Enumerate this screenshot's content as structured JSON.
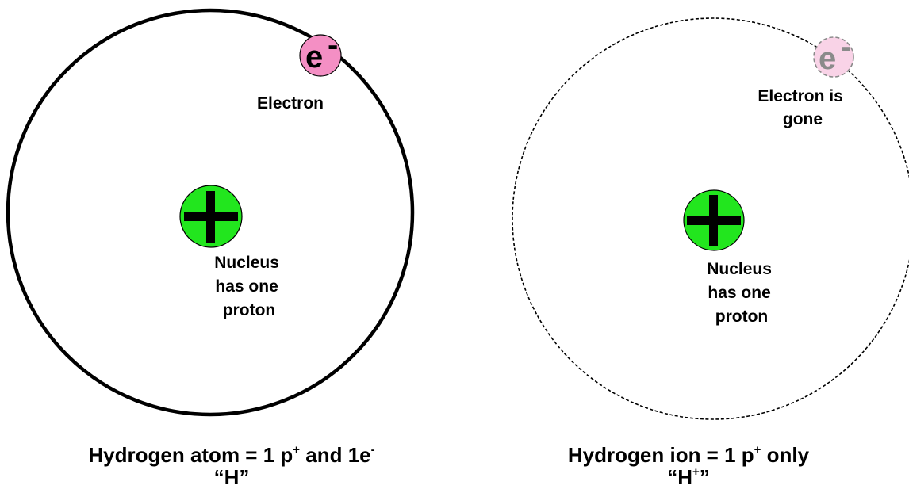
{
  "colors": {
    "electron_fill": "#f48fc4",
    "electron_gone_fill": "#f9d3e7",
    "nucleus_fill": "#22e61e",
    "orbit_stroke": "#000000",
    "gone_text": "#8a8a8a"
  },
  "atom": {
    "electron_symbol": "e",
    "electron_charge": "-",
    "electron_label": "Electron",
    "nucleus_label": [
      "Nucleus",
      "has one",
      "proton"
    ],
    "caption": {
      "prefix": "Hydrogen atom = 1 p",
      "p_charge": "+",
      "middle": " and 1e",
      "e_charge": "-"
    },
    "formula": "“H”"
  },
  "ion": {
    "electron_symbol": "e",
    "electron_charge": "-",
    "electron_label": [
      "Electron is",
      "gone"
    ],
    "nucleus_label": [
      "Nucleus",
      "has one",
      "proton"
    ],
    "caption": {
      "prefix": "Hydrogen ion = 1 p",
      "p_charge": "+",
      "suffix": " only"
    },
    "formula_prefix": "“H",
    "formula_charge": "+",
    "formula_suffix": "”"
  }
}
